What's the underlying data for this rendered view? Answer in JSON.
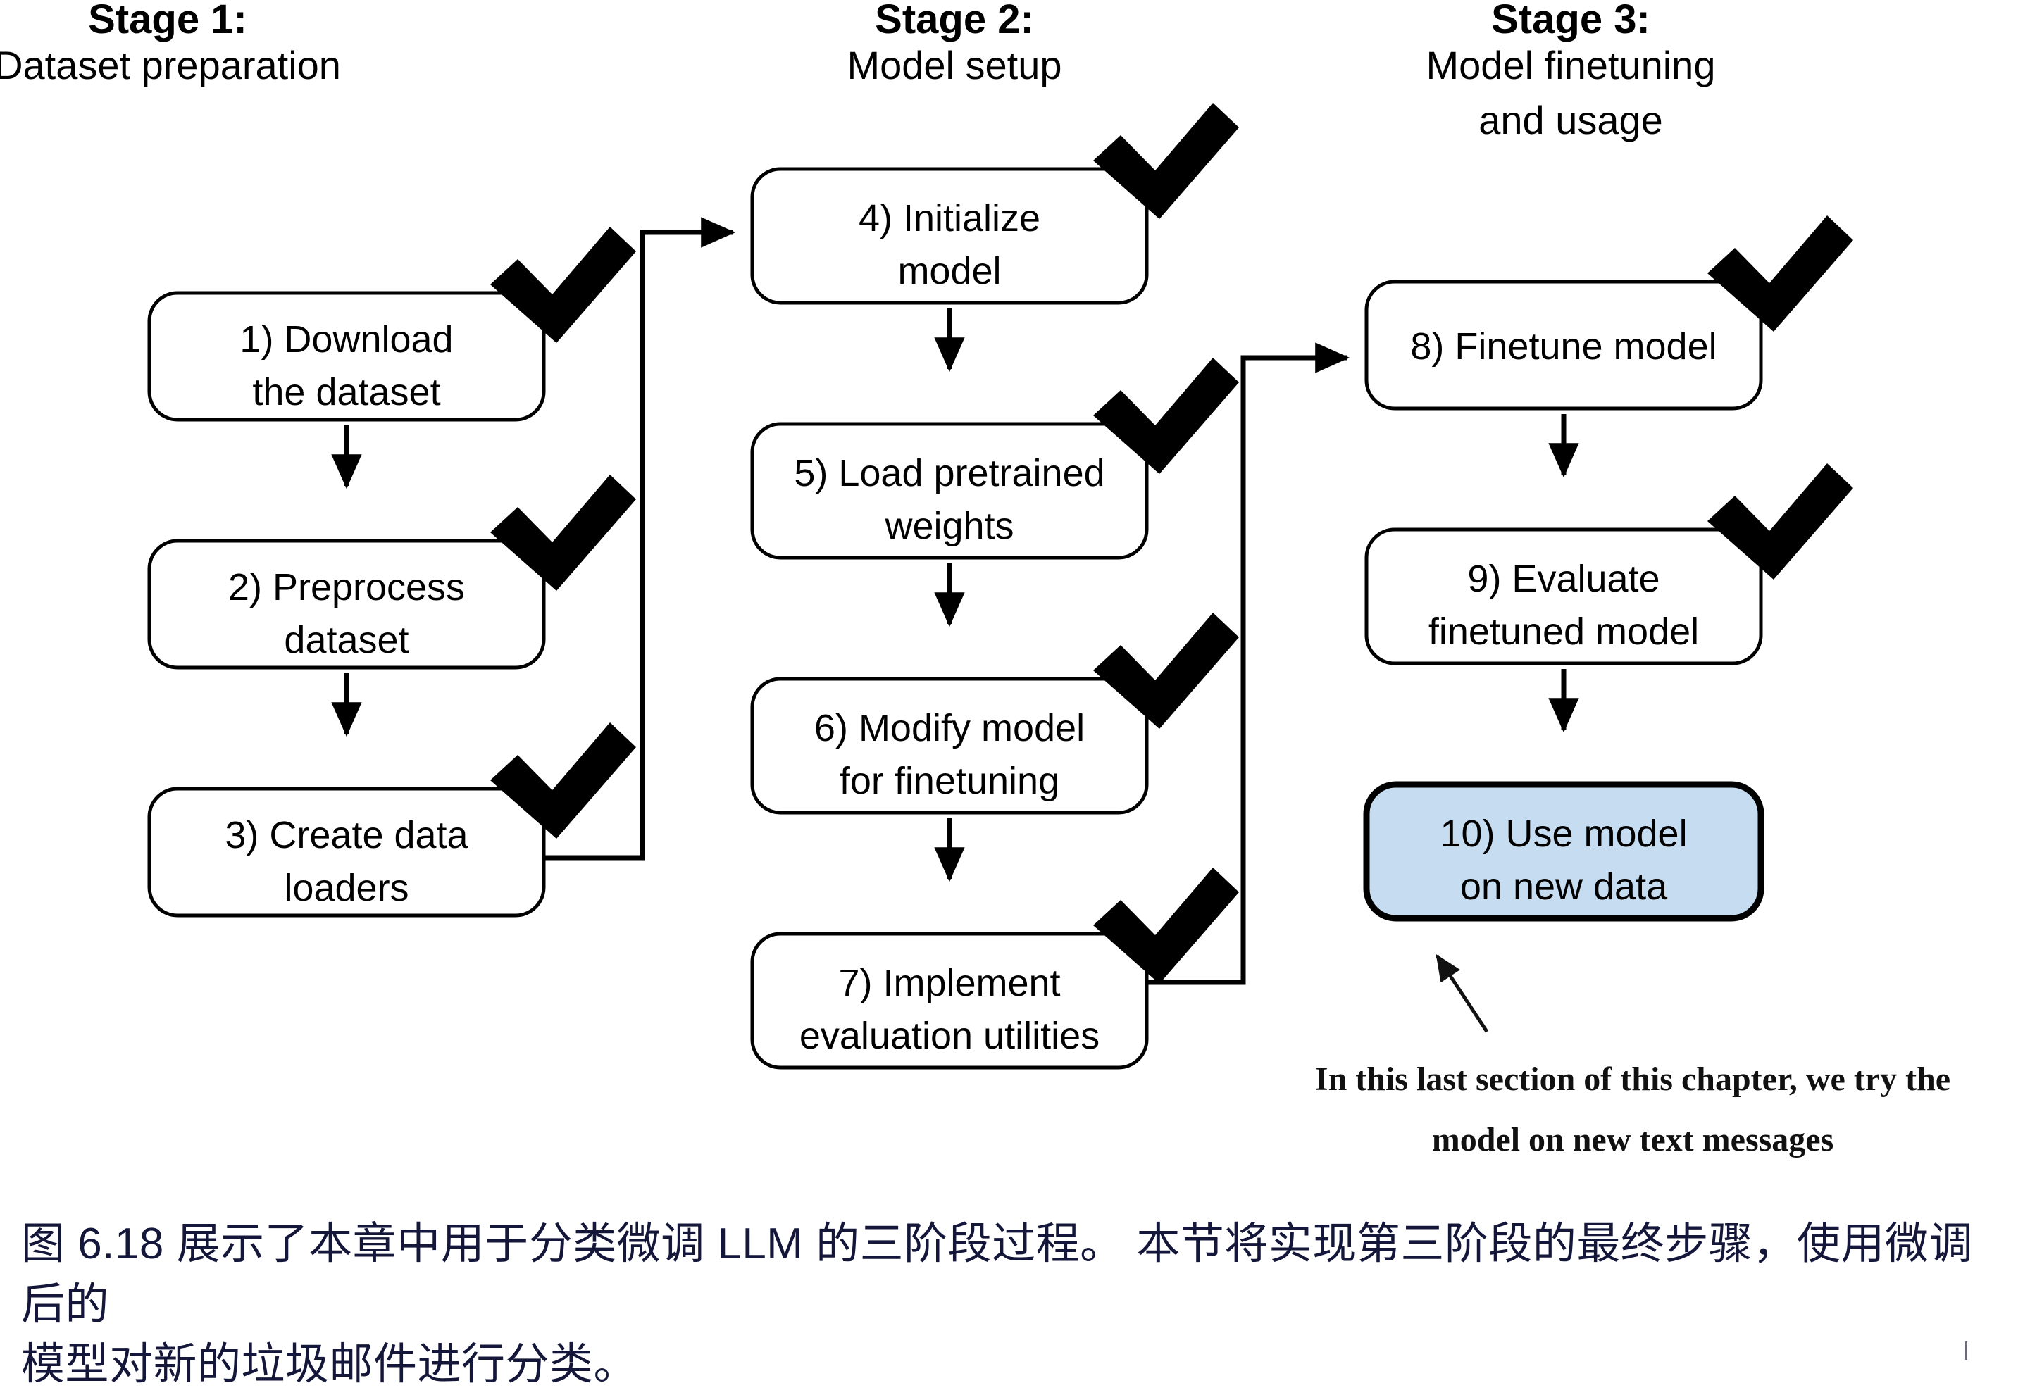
{
  "figure": {
    "stages": [
      {
        "id": "stage-1",
        "title": "Stage 1:",
        "subtitle_lines": [
          "Dataset preparation"
        ]
      },
      {
        "id": "stage-2",
        "title": "Stage 2:",
        "subtitle_lines": [
          "Model setup"
        ]
      },
      {
        "id": "stage-3",
        "title": "Stage 3:",
        "subtitle_lines": [
          "Model finetuning",
          "and usage"
        ]
      }
    ],
    "steps": [
      {
        "id": "step-1",
        "stage": 1,
        "lines": [
          "1) Download",
          "the dataset"
        ],
        "checked": true,
        "highlighted": false
      },
      {
        "id": "step-2",
        "stage": 1,
        "lines": [
          "2) Preprocess",
          "dataset"
        ],
        "checked": true,
        "highlighted": false
      },
      {
        "id": "step-3",
        "stage": 1,
        "lines": [
          "3) Create data",
          "loaders"
        ],
        "checked": true,
        "highlighted": false
      },
      {
        "id": "step-4",
        "stage": 2,
        "lines": [
          "4) Initialize",
          "model"
        ],
        "checked": true,
        "highlighted": false
      },
      {
        "id": "step-5",
        "stage": 2,
        "lines": [
          "5) Load pretrained",
          "weights"
        ],
        "checked": true,
        "highlighted": false
      },
      {
        "id": "step-6",
        "stage": 2,
        "lines": [
          "6) Modify model",
          "for finetuning"
        ],
        "checked": true,
        "highlighted": false
      },
      {
        "id": "step-7",
        "stage": 2,
        "lines": [
          "7) Implement",
          "evaluation utilities"
        ],
        "checked": true,
        "highlighted": false
      },
      {
        "id": "step-8",
        "stage": 3,
        "lines": [
          "8) Finetune model"
        ],
        "checked": true,
        "highlighted": false
      },
      {
        "id": "step-9",
        "stage": 3,
        "lines": [
          "9) Evaluate",
          "finetuned model"
        ],
        "checked": true,
        "highlighted": false
      },
      {
        "id": "step-10",
        "stage": 3,
        "lines": [
          "10) Use model",
          "on new data"
        ],
        "checked": false,
        "highlighted": true
      }
    ],
    "annotation": {
      "lines": [
        "In this last section of this chapter, we try the",
        "model on new text messages"
      ],
      "points_to": "step-10"
    },
    "colors": {
      "highlight_fill": "#c6dcf0",
      "stroke": "#000000",
      "background": "#ffffff",
      "caption_text": "#14173a"
    }
  },
  "caption": {
    "line1": "图 6.18 展示了本章中用于分类微调 LLM 的三阶段过程。 本节将实现第三阶段的最终步骤，使用微调后的",
    "line2": "模型对新的垃圾邮件进行分类。"
  }
}
